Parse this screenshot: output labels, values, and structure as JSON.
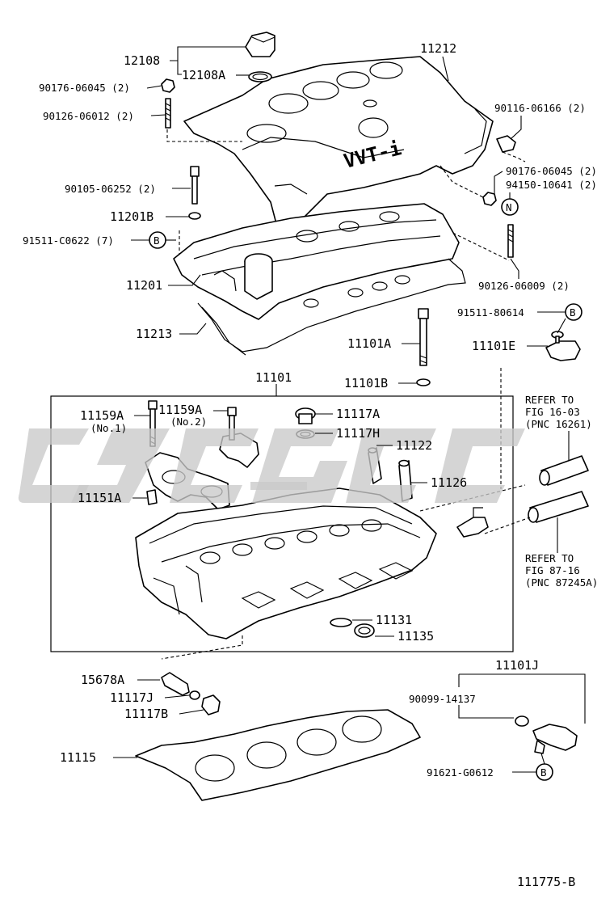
{
  "diagram_code": "111775-B",
  "labels": {
    "p12108": "12108",
    "p12108A": "12108A",
    "p11212": "11212",
    "p90176_top": "90176-06045 (2)",
    "p90126_06012": "90126-06012 (2)",
    "p90116": "90116-06166 (2)",
    "p90105": "90105-06252 (2)",
    "p90176_right": "90176-06045 (2)",
    "p94150": "94150-10641 (2)",
    "p11201B": "11201B",
    "p91511_C0622": "91511-C0622 (7)",
    "p11201": "11201",
    "p90126_06009": "90126-06009 (2)",
    "p91511_80614": "91511-80614",
    "p11213": "11213",
    "p11101A": "11101A",
    "p11101E": "11101E",
    "p11101B": "11101B",
    "p11101": "11101",
    "p11159A_1": "11159A",
    "p11159A_1_sub": "(No.1)",
    "p11159A_2": "11159A",
    "p11159A_2_sub": "(No.2)",
    "p11117A": "11117A",
    "p11117H": "11117H",
    "p11122": "11122",
    "p11126": "11126",
    "p11151A": "11151A",
    "p11131": "11131",
    "p11135": "11135",
    "p15678A": "15678A",
    "p11117J": "11117J",
    "p11117B": "11117B",
    "p11115": "11115",
    "p11101J": "11101J",
    "p90099": "90099-14137",
    "p91621": "91621-G0612"
  },
  "refer1": {
    "line1": "REFER TO",
    "line2": "FIG 16-03",
    "line3": "(PNC 16261)"
  },
  "refer2": {
    "line1": "REFER TO",
    "line2": "FIG 87-16",
    "line3": "(PNC 87245A)"
  },
  "markers": {
    "b": "B",
    "n": "N"
  },
  "cover_text": "VVT-i"
}
